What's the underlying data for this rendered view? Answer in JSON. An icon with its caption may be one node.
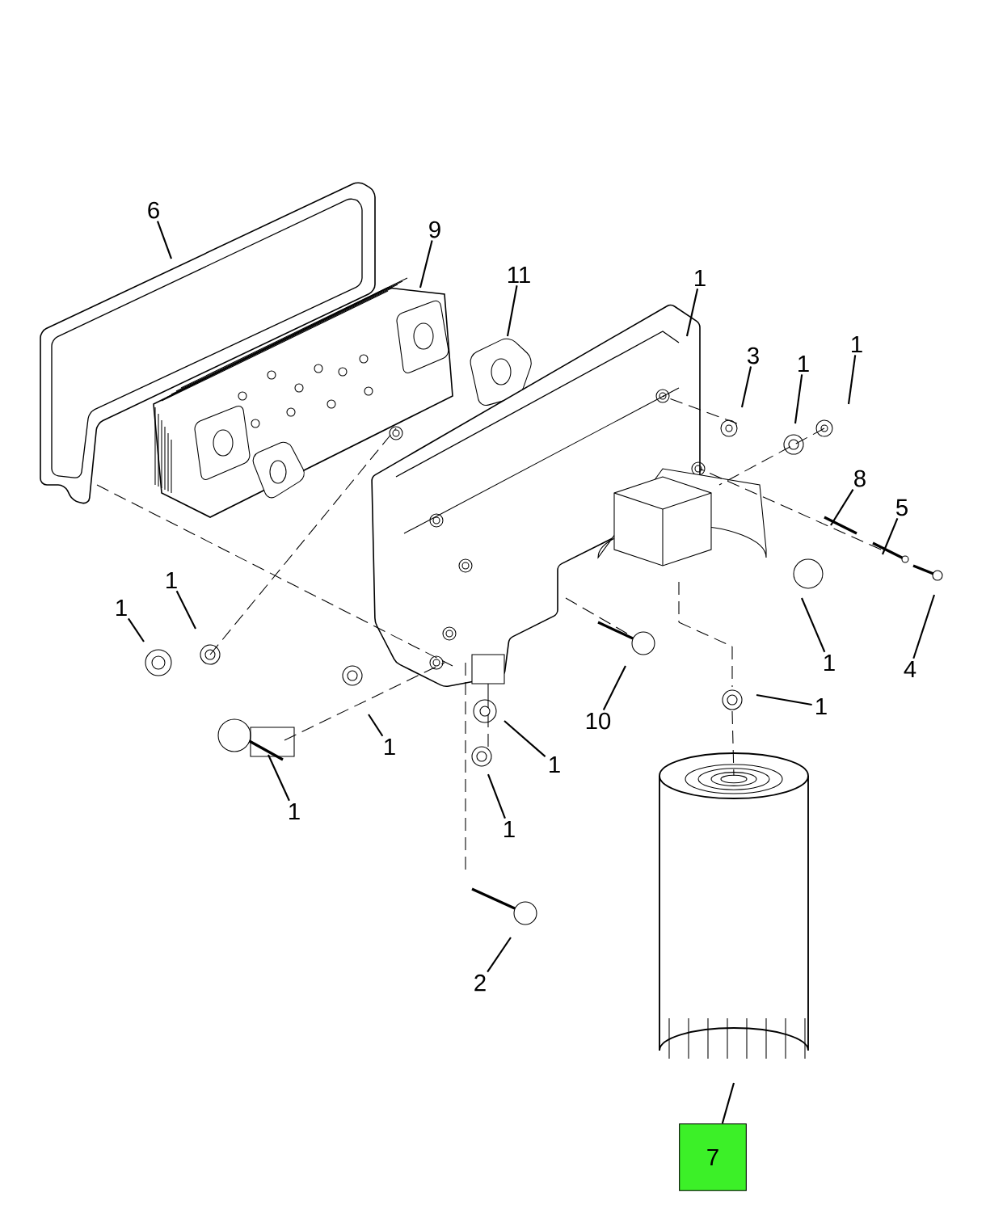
{
  "diagram": {
    "nodes": [
      {
        "text": [
          "6"
        ]
      },
      {
        "text": [
          "9"
        ]
      },
      {
        "text": [
          "11"
        ]
      },
      {
        "text": [
          "1"
        ]
      },
      {
        "text": [
          "3"
        ]
      },
      {
        "text": [
          "1"
        ]
      },
      {
        "text": [
          "1"
        ]
      },
      {
        "text": [
          "8"
        ]
      },
      {
        "text": [
          "5"
        ]
      },
      {
        "text": [
          "1"
        ]
      },
      {
        "text": [
          "1"
        ]
      },
      {
        "text": [
          "4"
        ]
      },
      {
        "text": [
          "1"
        ]
      },
      {
        "text": [
          "10"
        ]
      },
      {
        "text": [
          "1"
        ]
      },
      {
        "text": [
          "1"
        ]
      },
      {
        "text": [
          "1"
        ]
      },
      {
        "text": [
          "1"
        ]
      },
      {
        "text": [
          "1"
        ]
      },
      {
        "text": [
          "2"
        ]
      },
      {
        "text": [
          "7"
        ]
      }
    ],
    "edges": [
      {
        "from": 0,
        "to": null,
        "arrow": "none"
      },
      {
        "from": 1,
        "to": null,
        "arrow": "none"
      },
      {
        "from": 2,
        "to": null,
        "arrow": "none"
      },
      {
        "from": 3,
        "to": null,
        "arrow": "none"
      },
      {
        "from": 4,
        "to": null,
        "arrow": "none"
      },
      {
        "from": 5,
        "to": null,
        "arrow": "none"
      },
      {
        "from": 6,
        "to": null,
        "arrow": "none"
      },
      {
        "from": 7,
        "to": null,
        "arrow": "none"
      },
      {
        "from": 8,
        "to": null,
        "arrow": "none"
      },
      {
        "from": 9,
        "to": null,
        "arrow": "none"
      },
      {
        "from": 10,
        "to": null,
        "arrow": "none"
      },
      {
        "from": 11,
        "to": null,
        "arrow": "none"
      },
      {
        "from": 12,
        "to": null,
        "arrow": "none"
      },
      {
        "from": 13,
        "to": null,
        "arrow": "none"
      },
      {
        "from": 14,
        "to": null,
        "arrow": "none"
      },
      {
        "from": 15,
        "to": null,
        "arrow": "none"
      },
      {
        "from": 16,
        "to": null,
        "arrow": "none"
      },
      {
        "from": 17,
        "to": null,
        "arrow": "none"
      },
      {
        "from": 18,
        "to": null,
        "arrow": "none"
      },
      {
        "from": 19,
        "to": null,
        "arrow": "none"
      },
      {
        "from": 20,
        "to": null,
        "arrow": "none"
      }
    ]
  }
}
